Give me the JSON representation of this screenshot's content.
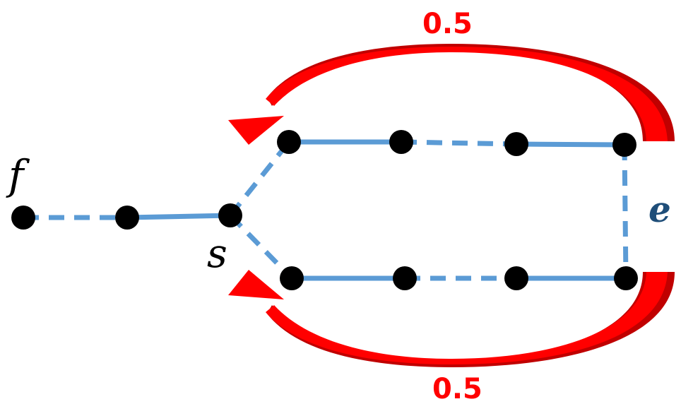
{
  "diagram": {
    "labels": {
      "f": "f",
      "s": "s",
      "e": "e"
    },
    "arrow_values": {
      "top": "0.5",
      "bottom": "0.5"
    },
    "colors": {
      "edge": "#5b9bd5",
      "node": "#000000",
      "arrow": "#ff0000",
      "arrow_shade": "#c00000",
      "label_e": "#1f4e79",
      "label_text": "#000000"
    }
  }
}
